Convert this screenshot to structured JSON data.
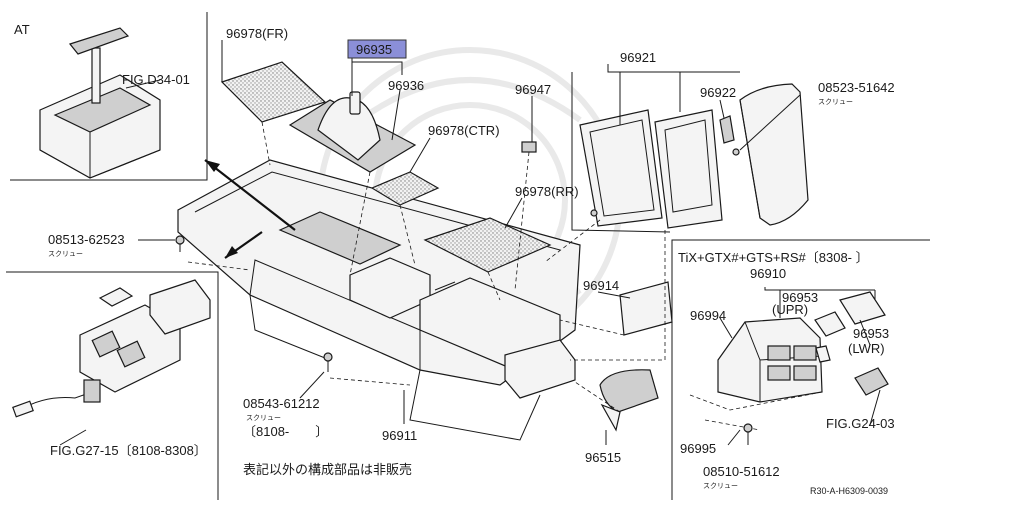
{
  "diagram": {
    "labels": {
      "at": "AT",
      "p96978_fr": "96978(FR)",
      "p96935": "96935",
      "p96936": "96936",
      "fig_d34": "FIG.D34-01",
      "p96947": "96947",
      "p96978_ctr": "96978(CTR)",
      "p96921": "96921",
      "p96922": "96922",
      "p08523": "08523-51642",
      "p08523_jp": "スクリュー",
      "p96978_rr": "96978(RR)",
      "p08513": "08513-62523",
      "p08513_jp": "スクリュー",
      "p96914": "96914",
      "p08543": "08543-61212",
      "p08543_jp": "スクリュー",
      "p08543_range": "〔8108-　　〕",
      "p96911": "96911",
      "p96515": "96515",
      "fig_g27": "FIG.G27-15〔8108-8308〕",
      "note_jp": "表記以外の構成部品は非販売",
      "variant": "TiX+GTX#+GTS+RS#〔8308-  〕",
      "p96910": "96910",
      "p96953_upr": "96953",
      "upr": "(UPR)",
      "p96994": "96994",
      "p96953_lwr": "96953",
      "lwr": "(LWR)",
      "fig_g24": "FIG.G24-03",
      "p96995": "96995",
      "p08510": "08510-51612",
      "p08510_jp": "スクリュー",
      "ref_code": "R30-A-H6309-0039"
    },
    "colors": {
      "highlight": "#8b8fd8",
      "ink": "#1a1a1a"
    }
  }
}
